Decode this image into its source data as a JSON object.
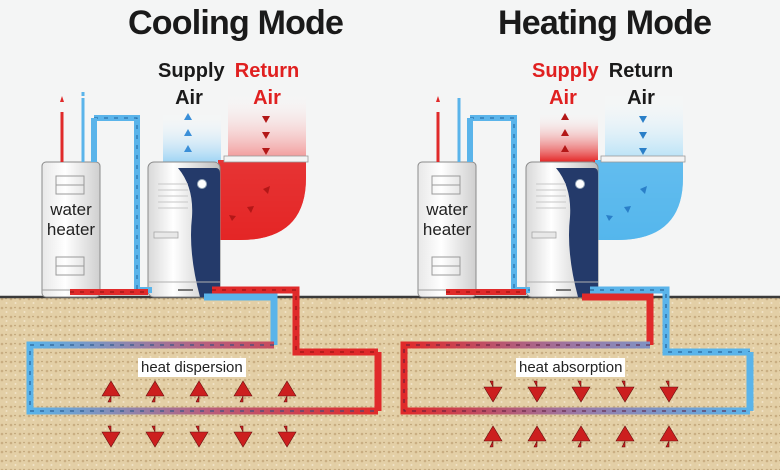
{
  "panels": {
    "cooling": {
      "title": "Cooling Mode",
      "supply_word1": "Supply",
      "supply_word2": "Air",
      "return_word1": "Return",
      "return_word2": "Air",
      "tank_line1": "water",
      "tank_line2": "heater",
      "loop_label": "heat dispersion"
    },
    "heating": {
      "title": "Heating Mode",
      "supply_word1": "Supply",
      "supply_word2": "Air",
      "return_word1": "Return",
      "return_word2": "Air",
      "tank_line1": "water",
      "tank_line2": "heater",
      "loop_label": "heat absorption"
    }
  },
  "colors": {
    "hot": "#e02a2a",
    "cold": "#5ab4ea",
    "ground": "#e3cfa6",
    "unit_dark": "#243a6a"
  }
}
